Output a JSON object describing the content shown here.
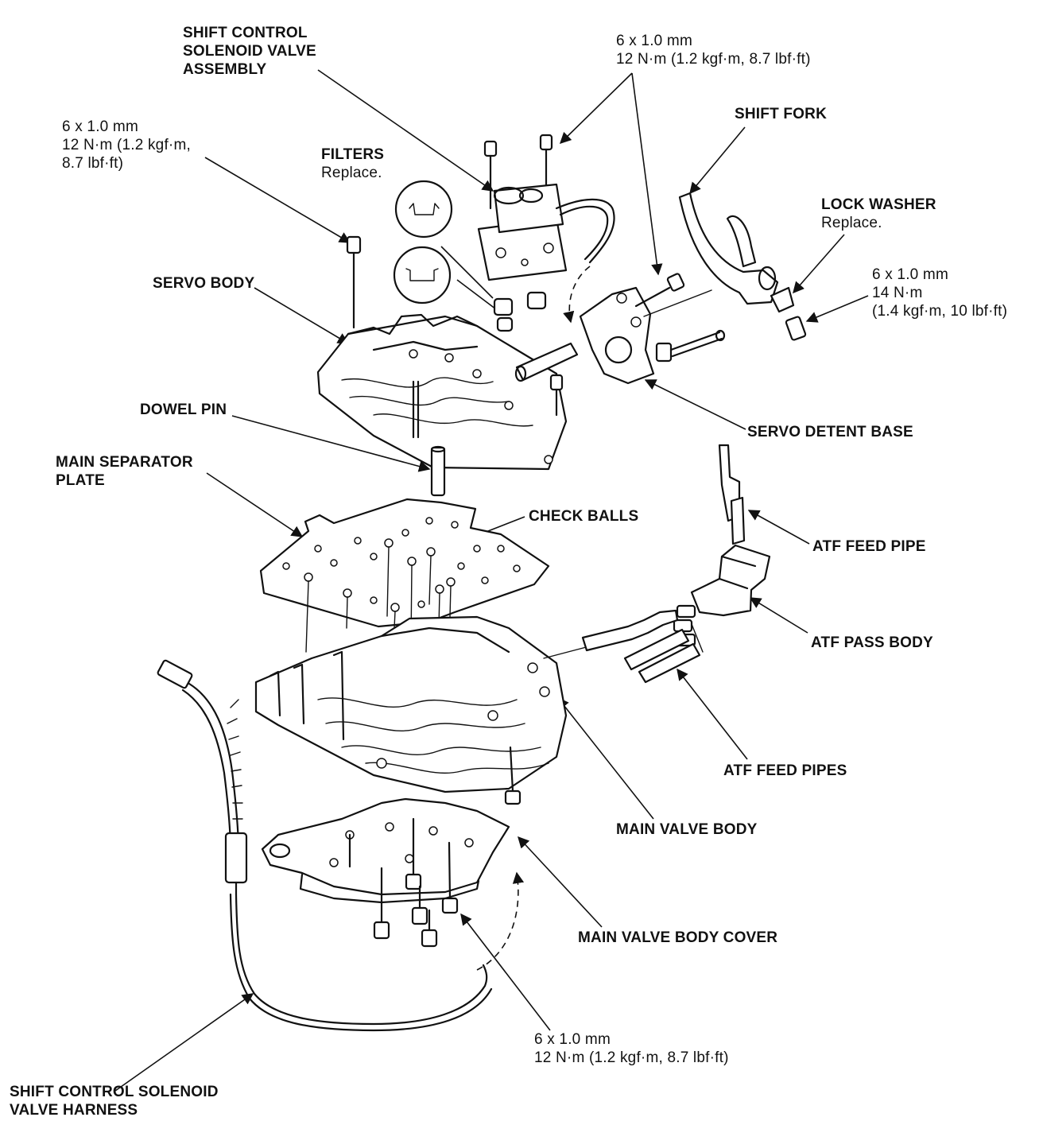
{
  "labels": {
    "solenoid_assembly": [
      "SHIFT CONTROL",
      "SOLENOID VALVE",
      "ASSEMBLY"
    ],
    "top_bolt_spec": [
      "6 x 1.0 mm",
      "12 N·m (1.2 kgf·m, 8.7 lbf·ft)"
    ],
    "left_bolt_spec": [
      "6 x 1.0 mm",
      "12 N·m (1.2 kgf·m,",
      "8.7 lbf·ft)"
    ],
    "filters": [
      "FILTERS",
      "Replace."
    ],
    "shift_fork": [
      "SHIFT FORK"
    ],
    "lock_washer": [
      "LOCK WASHER",
      "Replace."
    ],
    "right_bolt_spec": [
      "6 x 1.0 mm",
      "14 N·m",
      "(1.4 kgf·m, 10 lbf·ft)"
    ],
    "servo_body": [
      "SERVO BODY"
    ],
    "servo_detent_base": [
      "SERVO DETENT BASE"
    ],
    "dowel_pin": [
      "DOWEL PIN"
    ],
    "main_separator_plate": [
      "MAIN SEPARATOR",
      "PLATE"
    ],
    "check_balls": [
      "CHECK BALLS"
    ],
    "atf_feed_pipe": [
      "ATF FEED PIPE"
    ],
    "atf_pass_body": [
      "ATF PASS BODY"
    ],
    "atf_feed_pipes": [
      "ATF FEED PIPES"
    ],
    "main_valve_body": [
      "MAIN VALVE BODY"
    ],
    "main_valve_body_cover": [
      "MAIN VALVE BODY COVER"
    ],
    "bottom_bolt_spec": [
      "6 x 1.0 mm",
      "12 N·m (1.2 kgf·m, 8.7 lbf·ft)"
    ],
    "harness": [
      "SHIFT CONTROL SOLENOID",
      "VALVE HARNESS"
    ]
  }
}
